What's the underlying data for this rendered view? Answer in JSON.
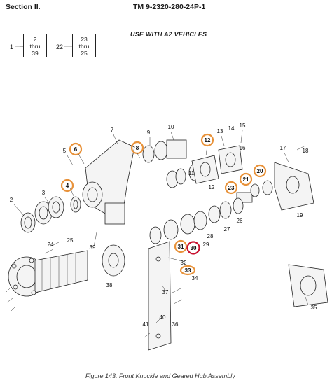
{
  "header": {
    "section": "Section II.",
    "tm_number": "TM 9-2320-280-24P-1"
  },
  "usage_note": "USE WITH A2 VEHICLES",
  "ref_boxes": [
    {
      "label": "1",
      "from": "2",
      "thru": "thru",
      "to": "39"
    },
    {
      "label": "22",
      "from": "23",
      "thru": "thru",
      "to": "25"
    }
  ],
  "callouts": [
    {
      "id": "2"
    },
    {
      "id": "3"
    },
    {
      "id": "5"
    },
    {
      "id": "7"
    },
    {
      "id": "9"
    },
    {
      "id": "10"
    },
    {
      "id": "11"
    },
    {
      "id": "12"
    },
    {
      "id": "13"
    },
    {
      "id": "14"
    },
    {
      "id": "15"
    },
    {
      "id": "16"
    },
    {
      "id": "17"
    },
    {
      "id": "18"
    },
    {
      "id": "19"
    },
    {
      "id": "24"
    },
    {
      "id": "25"
    },
    {
      "id": "26"
    },
    {
      "id": "27"
    },
    {
      "id": "28"
    },
    {
      "id": "29"
    },
    {
      "id": "32"
    },
    {
      "id": "34"
    },
    {
      "id": "35"
    },
    {
      "id": "36"
    },
    {
      "id": "37"
    },
    {
      "id": "38"
    },
    {
      "id": "39"
    },
    {
      "id": "40"
    },
    {
      "id": "41"
    }
  ],
  "highlighted_callouts": [
    {
      "id": "4",
      "ring": "#e8923a"
    },
    {
      "id": "6",
      "ring": "#e8923a"
    },
    {
      "id": "8",
      "ring": "#e8923a"
    },
    {
      "id": "12",
      "ring": "#e8923a"
    },
    {
      "id": "20",
      "ring": "#e8923a"
    },
    {
      "id": "21",
      "ring": "#e8923a"
    },
    {
      "id": "23",
      "ring": "#e8923a"
    },
    {
      "id": "31",
      "ring": "#e8923a"
    },
    {
      "id": "30",
      "ring": "#c8102e"
    },
    {
      "id": "33",
      "ring": "#e8923a"
    }
  ],
  "caption": "Figure 143. Front Knuckle and Geared Hub Assembly"
}
